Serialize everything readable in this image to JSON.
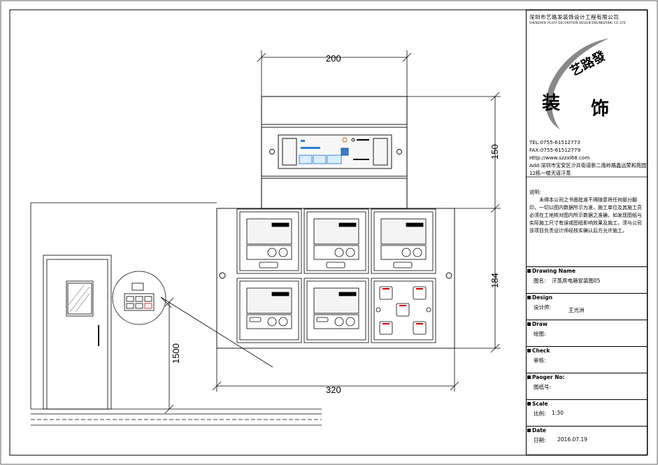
{
  "dimensions": {
    "top_width": "200",
    "lower_width": "320",
    "upper_height": "150",
    "lower_height": "184",
    "mount_height": "1500"
  },
  "title_block": {
    "company_cn": "深圳市艺路发装饰设计工程有限公司",
    "company_en": "SHENZHEN YILUFA DECORATION DESIGN ENGINEERING CO.,LTD",
    "logo_top": "艺路發",
    "logo_left": "装",
    "logo_right": "饰",
    "tel": "TEL:0755-61512773",
    "fax": "FAX:0755-61512779",
    "http": "Http://www.szzxl68.com",
    "address": "Add:深圳市宝安区沙井街道新二南岭路鑫远荣和苑园12栋一楼天道汗蒸",
    "note_label": "说明:",
    "note_text": "未得本公司之书面批准不得随意将任何部分翻印，一切以图内数据所示为准，施工单位及其施工员必须在工地核对图内所示数据之准确，如发现图纸与实际施工尺寸有误或图纸影响效果及施工，须与公司该项目负责设计师经核实确认后方允许施工。",
    "drawing_name_label": "Drawing Name",
    "drawing_name_key": "图名:",
    "drawing_name_value": "汗蒸房电箱安装图05",
    "design_label": "Design",
    "design_key": "设计师:",
    "design_value": "王光洲",
    "draw_label": "Draw",
    "draw_key": "绘图:",
    "check_label": "Check",
    "check_key": "审核:",
    "paper_label": "Paoger No:",
    "paper_key": "图纸号:",
    "scale_label": "Scale",
    "scale_key": "比例:",
    "scale_value": "1:30",
    "date_label": "Date",
    "date_key": "日期:",
    "date_value": "2016.07.19"
  }
}
